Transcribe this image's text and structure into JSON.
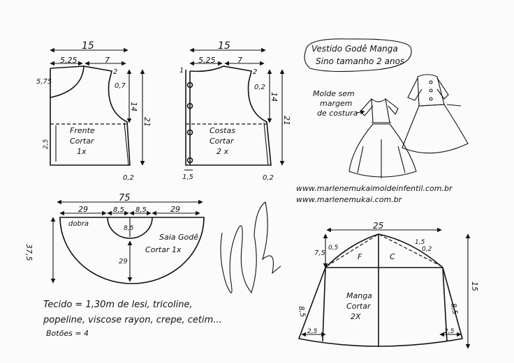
{
  "title": {
    "line1": "Vestido Godê Manga",
    "line2": "Sino tamanho 2 anos"
  },
  "molde_note": {
    "line1": "Molde sem",
    "line2": "margem",
    "line3": "de costura"
  },
  "urls": [
    "www.marlenemukaimoldeinfentil.com.br",
    "www.marlenemukai.com.br"
  ],
  "frente": {
    "name": "Frente",
    "cut_line1": "Cortar",
    "cut_line2": "1x",
    "width": "15",
    "neck": "5,25",
    "shoulder": "7",
    "neck_depth": "5,75",
    "shoulder_drop": "2",
    "armhole_depth": "0,7",
    "armhole": "14",
    "length": "21",
    "hem_flare": "0,2",
    "waist_mark": "2,5"
  },
  "costas": {
    "name": "Costas",
    "cut_line1": "Cortar",
    "cut_line2": "2 x",
    "width": "15",
    "neck": "5,25",
    "shoulder": "7",
    "neck_depth": "1",
    "shoulder_drop": "2",
    "armhole_depth": "0,2",
    "armhole": "14",
    "length": "21",
    "hem_flare": "0,2",
    "placket": "1,5"
  },
  "saia": {
    "name": "Saia Godê",
    "cut_line": "Cortar 1x",
    "fold": "dobra",
    "total_width": "75",
    "side_left": "29",
    "waist_left": "8,5",
    "waist_right": "8,5",
    "side_right": "29",
    "waist_radius": "8,5",
    "length": "29",
    "radius": "37,5"
  },
  "manga": {
    "name": "Manga",
    "cut_line1": "Cortar",
    "cut_line2": "2X",
    "front_label": "F",
    "back_label": "C",
    "top_width": "25",
    "cap_height": "7,5",
    "cap_front": "0,5",
    "cap_back": "1,5",
    "cap_side": "0,2",
    "side_left": "8,5",
    "side_right": "8,5",
    "hem_left": "2,5",
    "hem_right": "2,5",
    "total_height": "15"
  },
  "fabric": {
    "line1": "Tecido = 1,30m   de lesi, tricoline,",
    "line2": "popeline, viscose rayon, crepe, cetim...",
    "line3": "Botões = 4"
  }
}
